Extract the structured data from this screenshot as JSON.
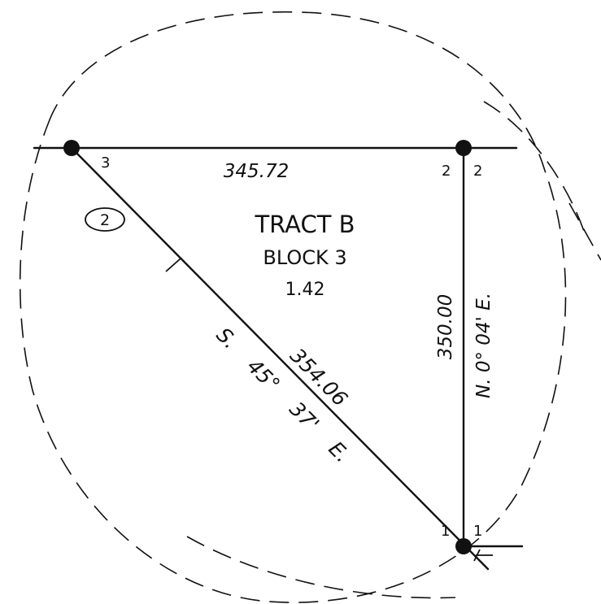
{
  "tract": {
    "title": "TRACT B",
    "block": "BLOCK 3",
    "area": "1.42"
  },
  "corners": {
    "top_left": "3",
    "top_right_inner": "2",
    "top_right_outer": "2",
    "bottom_inner": "1",
    "bottom_outer": "1"
  },
  "courses": {
    "north_distance": "345.72",
    "east_distance": "350.00",
    "east_bearing": "N. 0° 04' E.",
    "diagonal_distance": "354.06",
    "diagonal_bearing": "S. 45° 37' E."
  },
  "course_marker": {
    "number": "2"
  },
  "colors": {
    "ink": "#111111",
    "background": "#ffffff"
  }
}
